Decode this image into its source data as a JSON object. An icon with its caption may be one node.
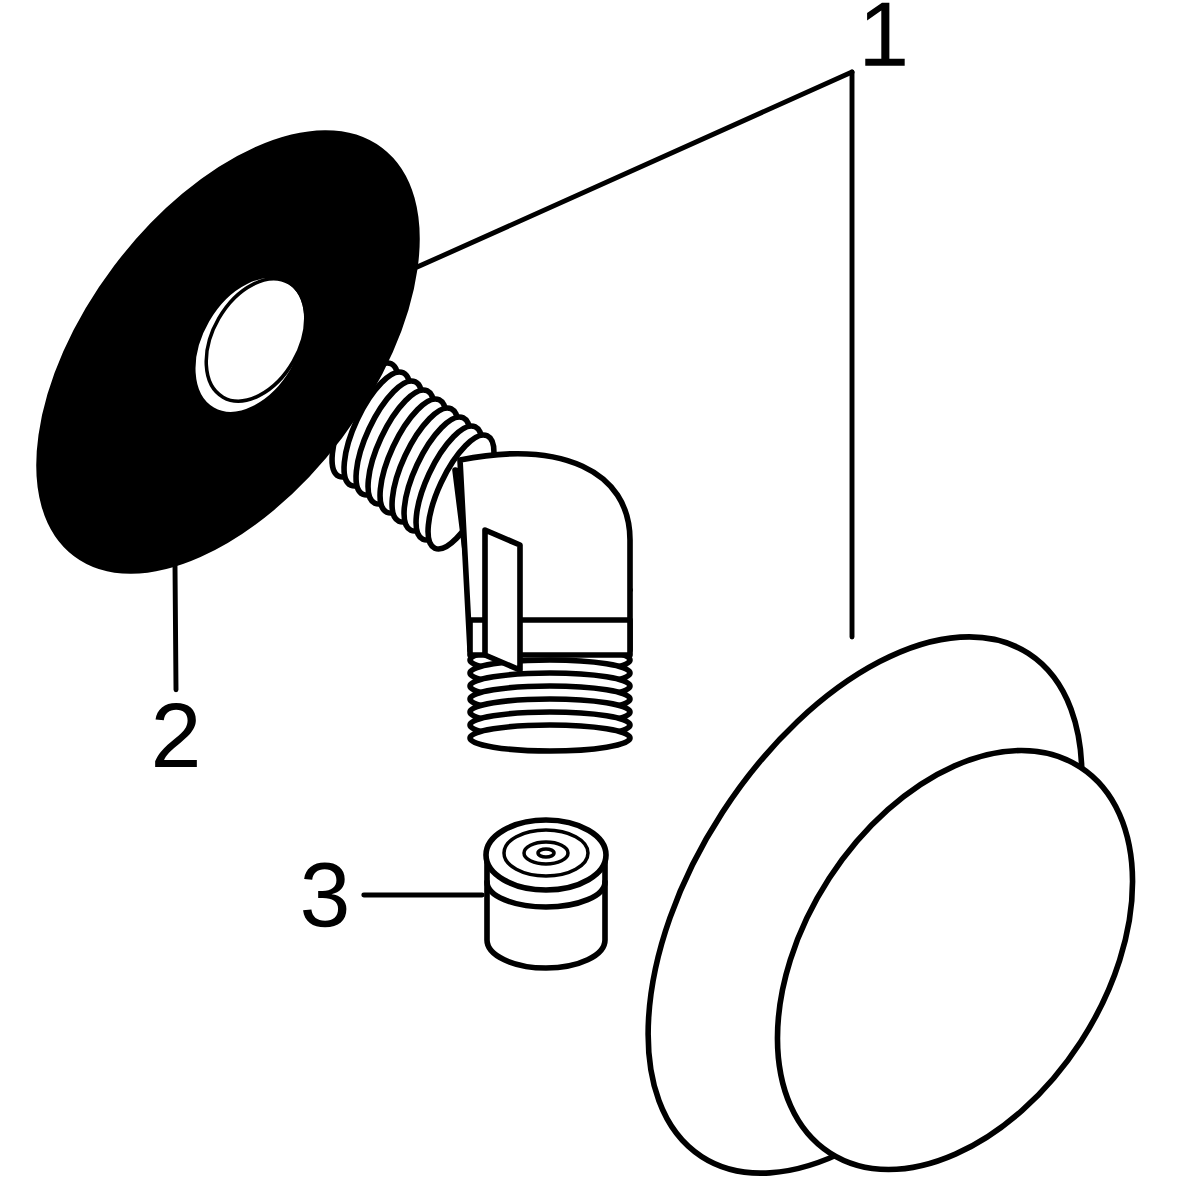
{
  "diagram": {
    "nodes": [
      {
        "text": [
          "1"
        ]
      },
      {
        "text": [
          "2"
        ]
      },
      {
        "text": [
          "3"
        ]
      },
      {
        "text": [],
        "shape": "picture"
      },
      {
        "text": [],
        "shape": "picture"
      },
      {
        "text": [],
        "shape": "picture"
      }
    ],
    "edges": [
      {
        "from": 0,
        "to": 3,
        "arrow": "none"
      },
      {
        "from": 0,
        "to": 5,
        "arrow": "none"
      },
      {
        "from": 1,
        "to": 3,
        "arrow": "none"
      },
      {
        "from": 2,
        "to": 4,
        "arrow": "none"
      }
    ]
  }
}
